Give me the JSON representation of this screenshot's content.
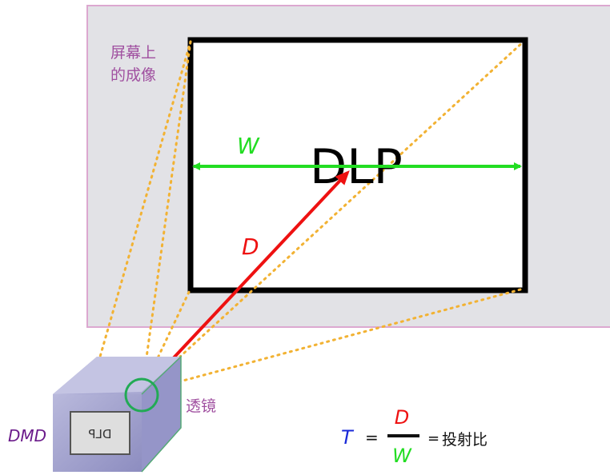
{
  "labels": {
    "screen_image": [
      "屏幕上",
      "的成像"
    ],
    "logo_text": "DLP",
    "width_symbol": "W",
    "distance_symbol": "D",
    "lens_label": "透镜",
    "dmd_label": "DMD",
    "dmd_chip_text": "DLP",
    "formula": {
      "symbol": "T",
      "equals": "=",
      "numerator": "D",
      "denominator": "W",
      "equals2": "=",
      "meaning": "投射比"
    }
  },
  "colors": {
    "screen_fill": "#e2e2e6",
    "screen_border": "#dca8d0",
    "image_frame": "#000000",
    "projection_rays": "#f2b233",
    "width_arrow": "#22dd22",
    "distance_arrow": "#ee1111",
    "lens_circle": "#22aa55",
    "label_purple": "#a050a0",
    "dmd_label": "#6a1a8a",
    "throw_symbol": "#1a2ad8"
  },
  "icons": {
    "projector": "projector-cube-icon",
    "lens": "lens-circle-icon"
  }
}
